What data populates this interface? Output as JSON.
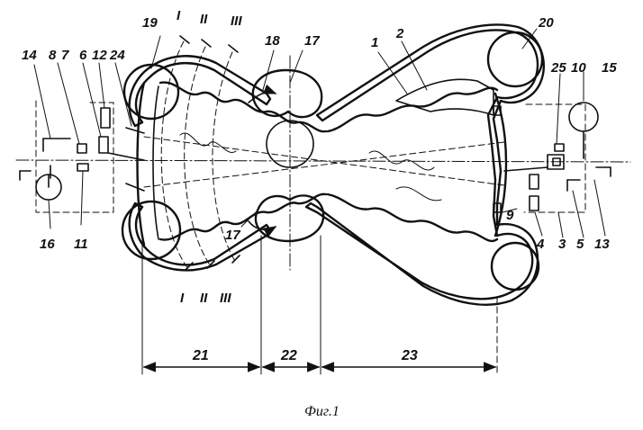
{
  "figure": {
    "caption": "Фиг.1",
    "labels": {
      "l1": "1",
      "l2": "2",
      "l3": "3",
      "l4": "4",
      "l5": "5",
      "l6": "6",
      "l7": "7",
      "l8": "8",
      "l9": "9",
      "l10": "10",
      "l11": "11",
      "l12": "12",
      "l13": "13",
      "l14": "14",
      "l15": "15",
      "l16": "16",
      "l17a": "17",
      "l17b": "17",
      "l18": "18",
      "l19": "19",
      "l20": "20",
      "l24": "24",
      "l25": "25",
      "sec1_top": "I",
      "sec2_top": "II",
      "sec3_top": "III",
      "sec1_bot": "I",
      "sec2_bot": "II",
      "sec3_bot": "III"
    },
    "dimensions": {
      "d21": "21",
      "d22": "22",
      "d23": "23"
    }
  }
}
